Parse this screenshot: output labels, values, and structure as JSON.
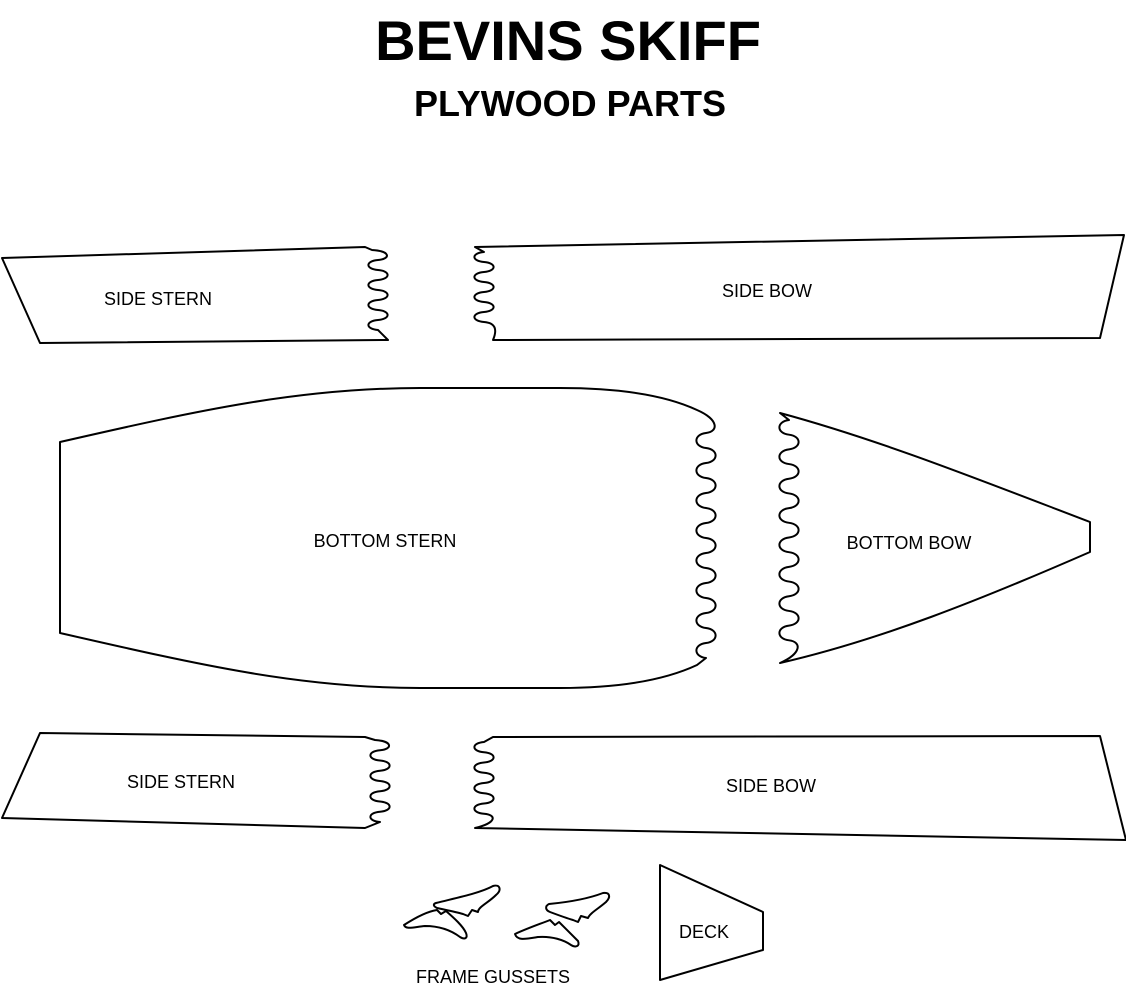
{
  "title": "BEVINS SKIFF",
  "subtitle": "PLYWOOD PARTS",
  "parts": {
    "side_stern_top": "SIDE STERN",
    "side_bow_top": "SIDE BOW",
    "bottom_stern": "BOTTOM STERN",
    "bottom_bow": "BOTTOM BOW",
    "side_stern_bottom": "SIDE STERN",
    "side_bow_bottom": "SIDE BOW",
    "frame_gussets": "FRAME GUSSETS",
    "deck": "DECK"
  },
  "colors": {
    "stroke": "#000000",
    "background": "#ffffff"
  }
}
